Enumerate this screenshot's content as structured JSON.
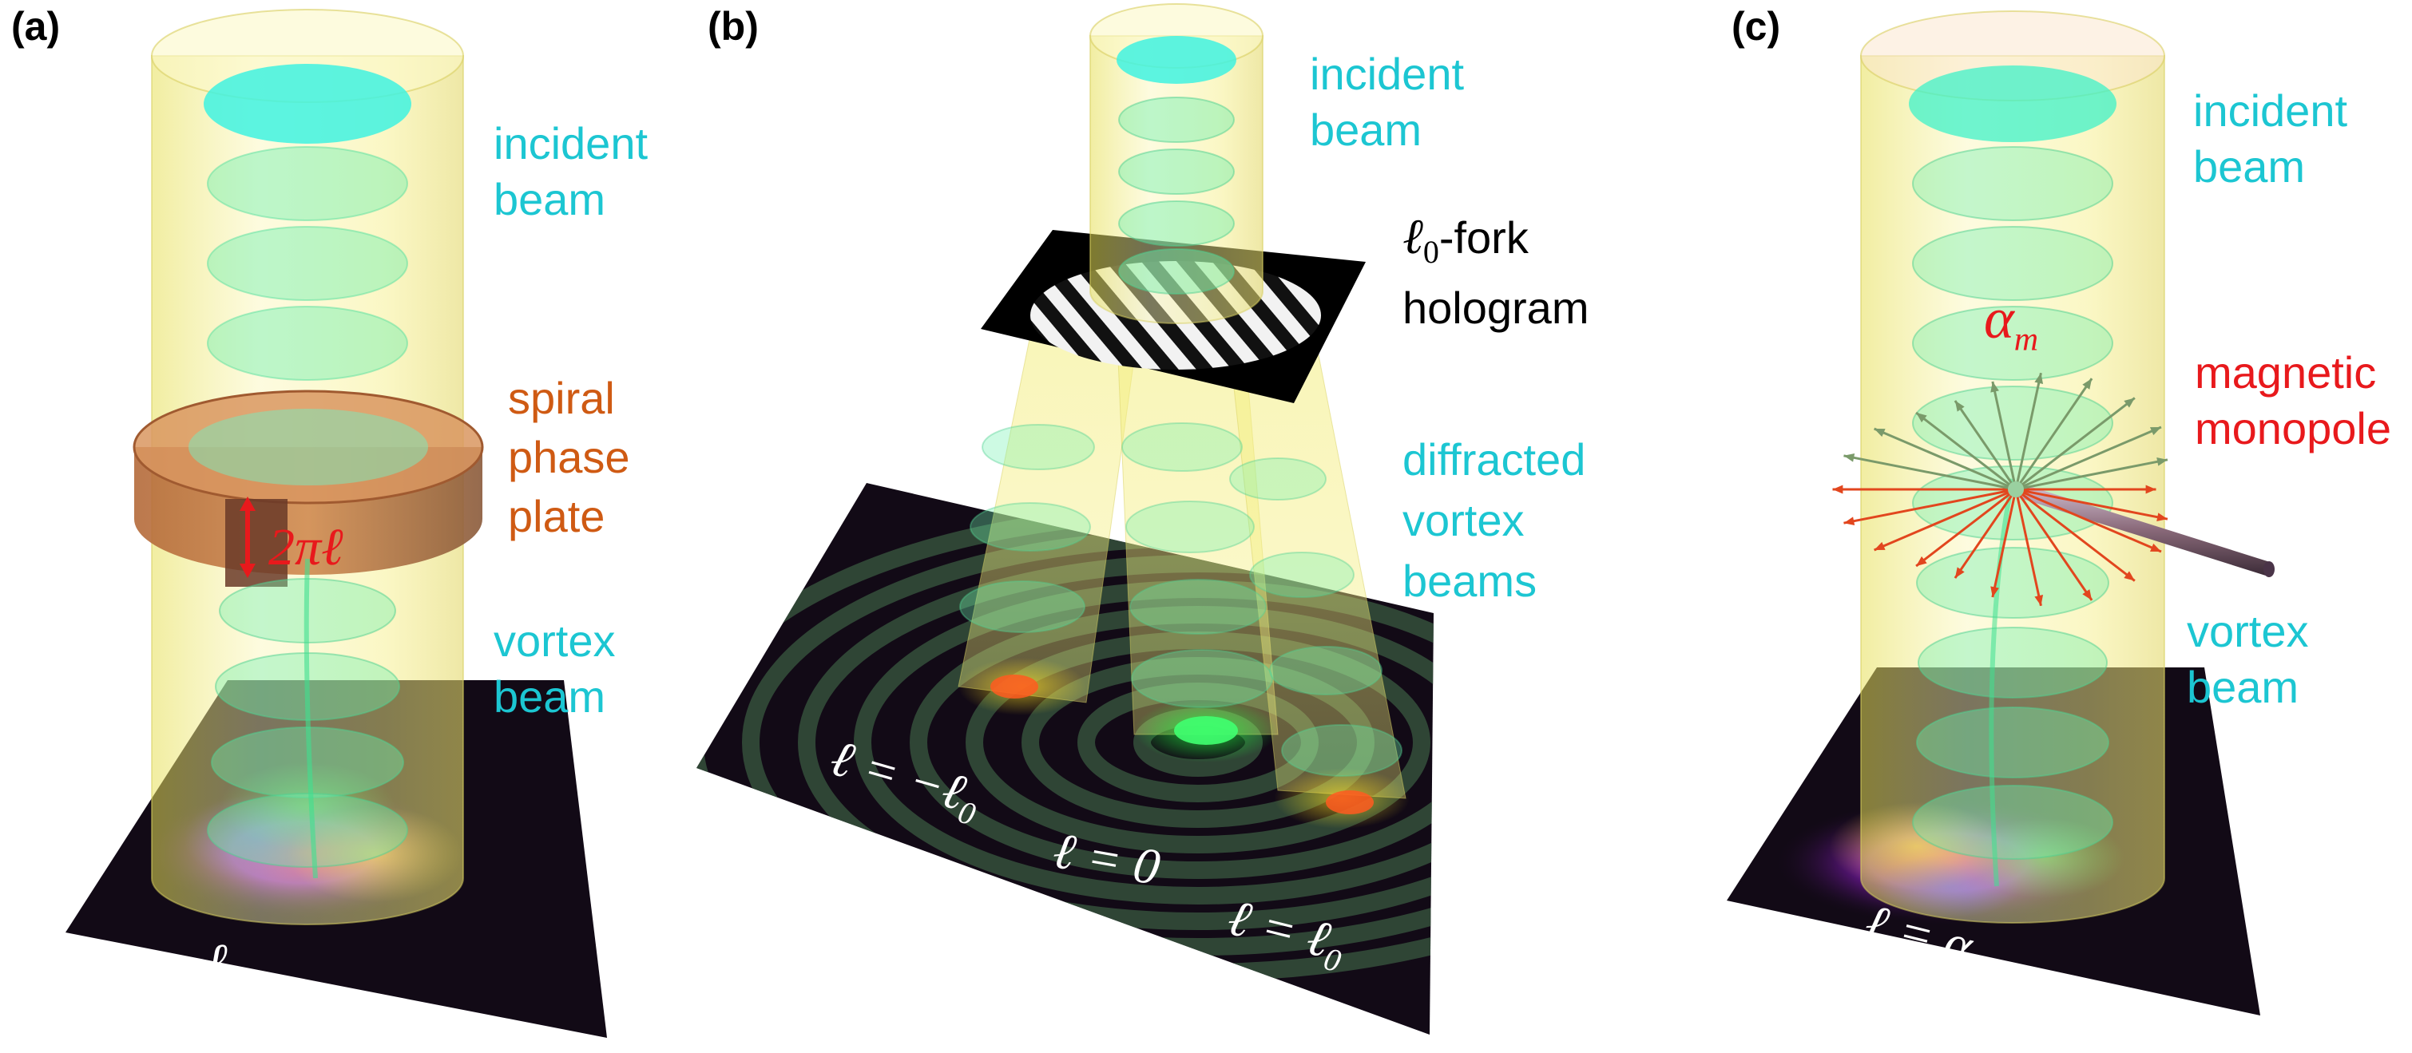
{
  "panels": {
    "a": {
      "tag": "(a)",
      "incident_beam": [
        "incident",
        "beam"
      ],
      "plate": [
        "spiral",
        "phase",
        "plate"
      ],
      "vortex_beam": [
        "vortex",
        "beam"
      ],
      "phase_step": "2πℓ",
      "mode": "ℓ"
    },
    "b": {
      "tag": "(b)",
      "incident_beam": [
        "incident",
        "beam"
      ],
      "hologram_symbol": "ℓ",
      "hologram_subscript": "0",
      "hologram_suffix": "-fork",
      "hologram_word": "hologram",
      "diffracted": [
        "diffracted",
        "vortex",
        "beams"
      ],
      "mode_neg": "ℓ = −ℓ",
      "mode_neg_sub": "0",
      "mode_zero": "ℓ = 0",
      "mode_pos": "ℓ = ℓ",
      "mode_pos_sub": "0"
    },
    "c": {
      "tag": "(c)",
      "incident_beam": [
        "incident",
        "beam"
      ],
      "alpha_symbol": "α",
      "alpha_sub": "m",
      "monopole": [
        "magnetic",
        "monopole"
      ],
      "vortex_beam": [
        "vortex",
        "beam"
      ],
      "mode_eq": "ℓ = α",
      "mode_eq_sub": "m"
    }
  },
  "colors": {
    "label_cyan": "#1cc6d2",
    "label_orange": "#cf5a13",
    "label_red": "#e8191c",
    "cylinder_yellow": "#f5f08a",
    "beam_green": "#6ff0b0",
    "beam_top_cyan": "#3ff2e0",
    "plate_brown": "#b8703a",
    "plane_dark": "#120a16"
  }
}
